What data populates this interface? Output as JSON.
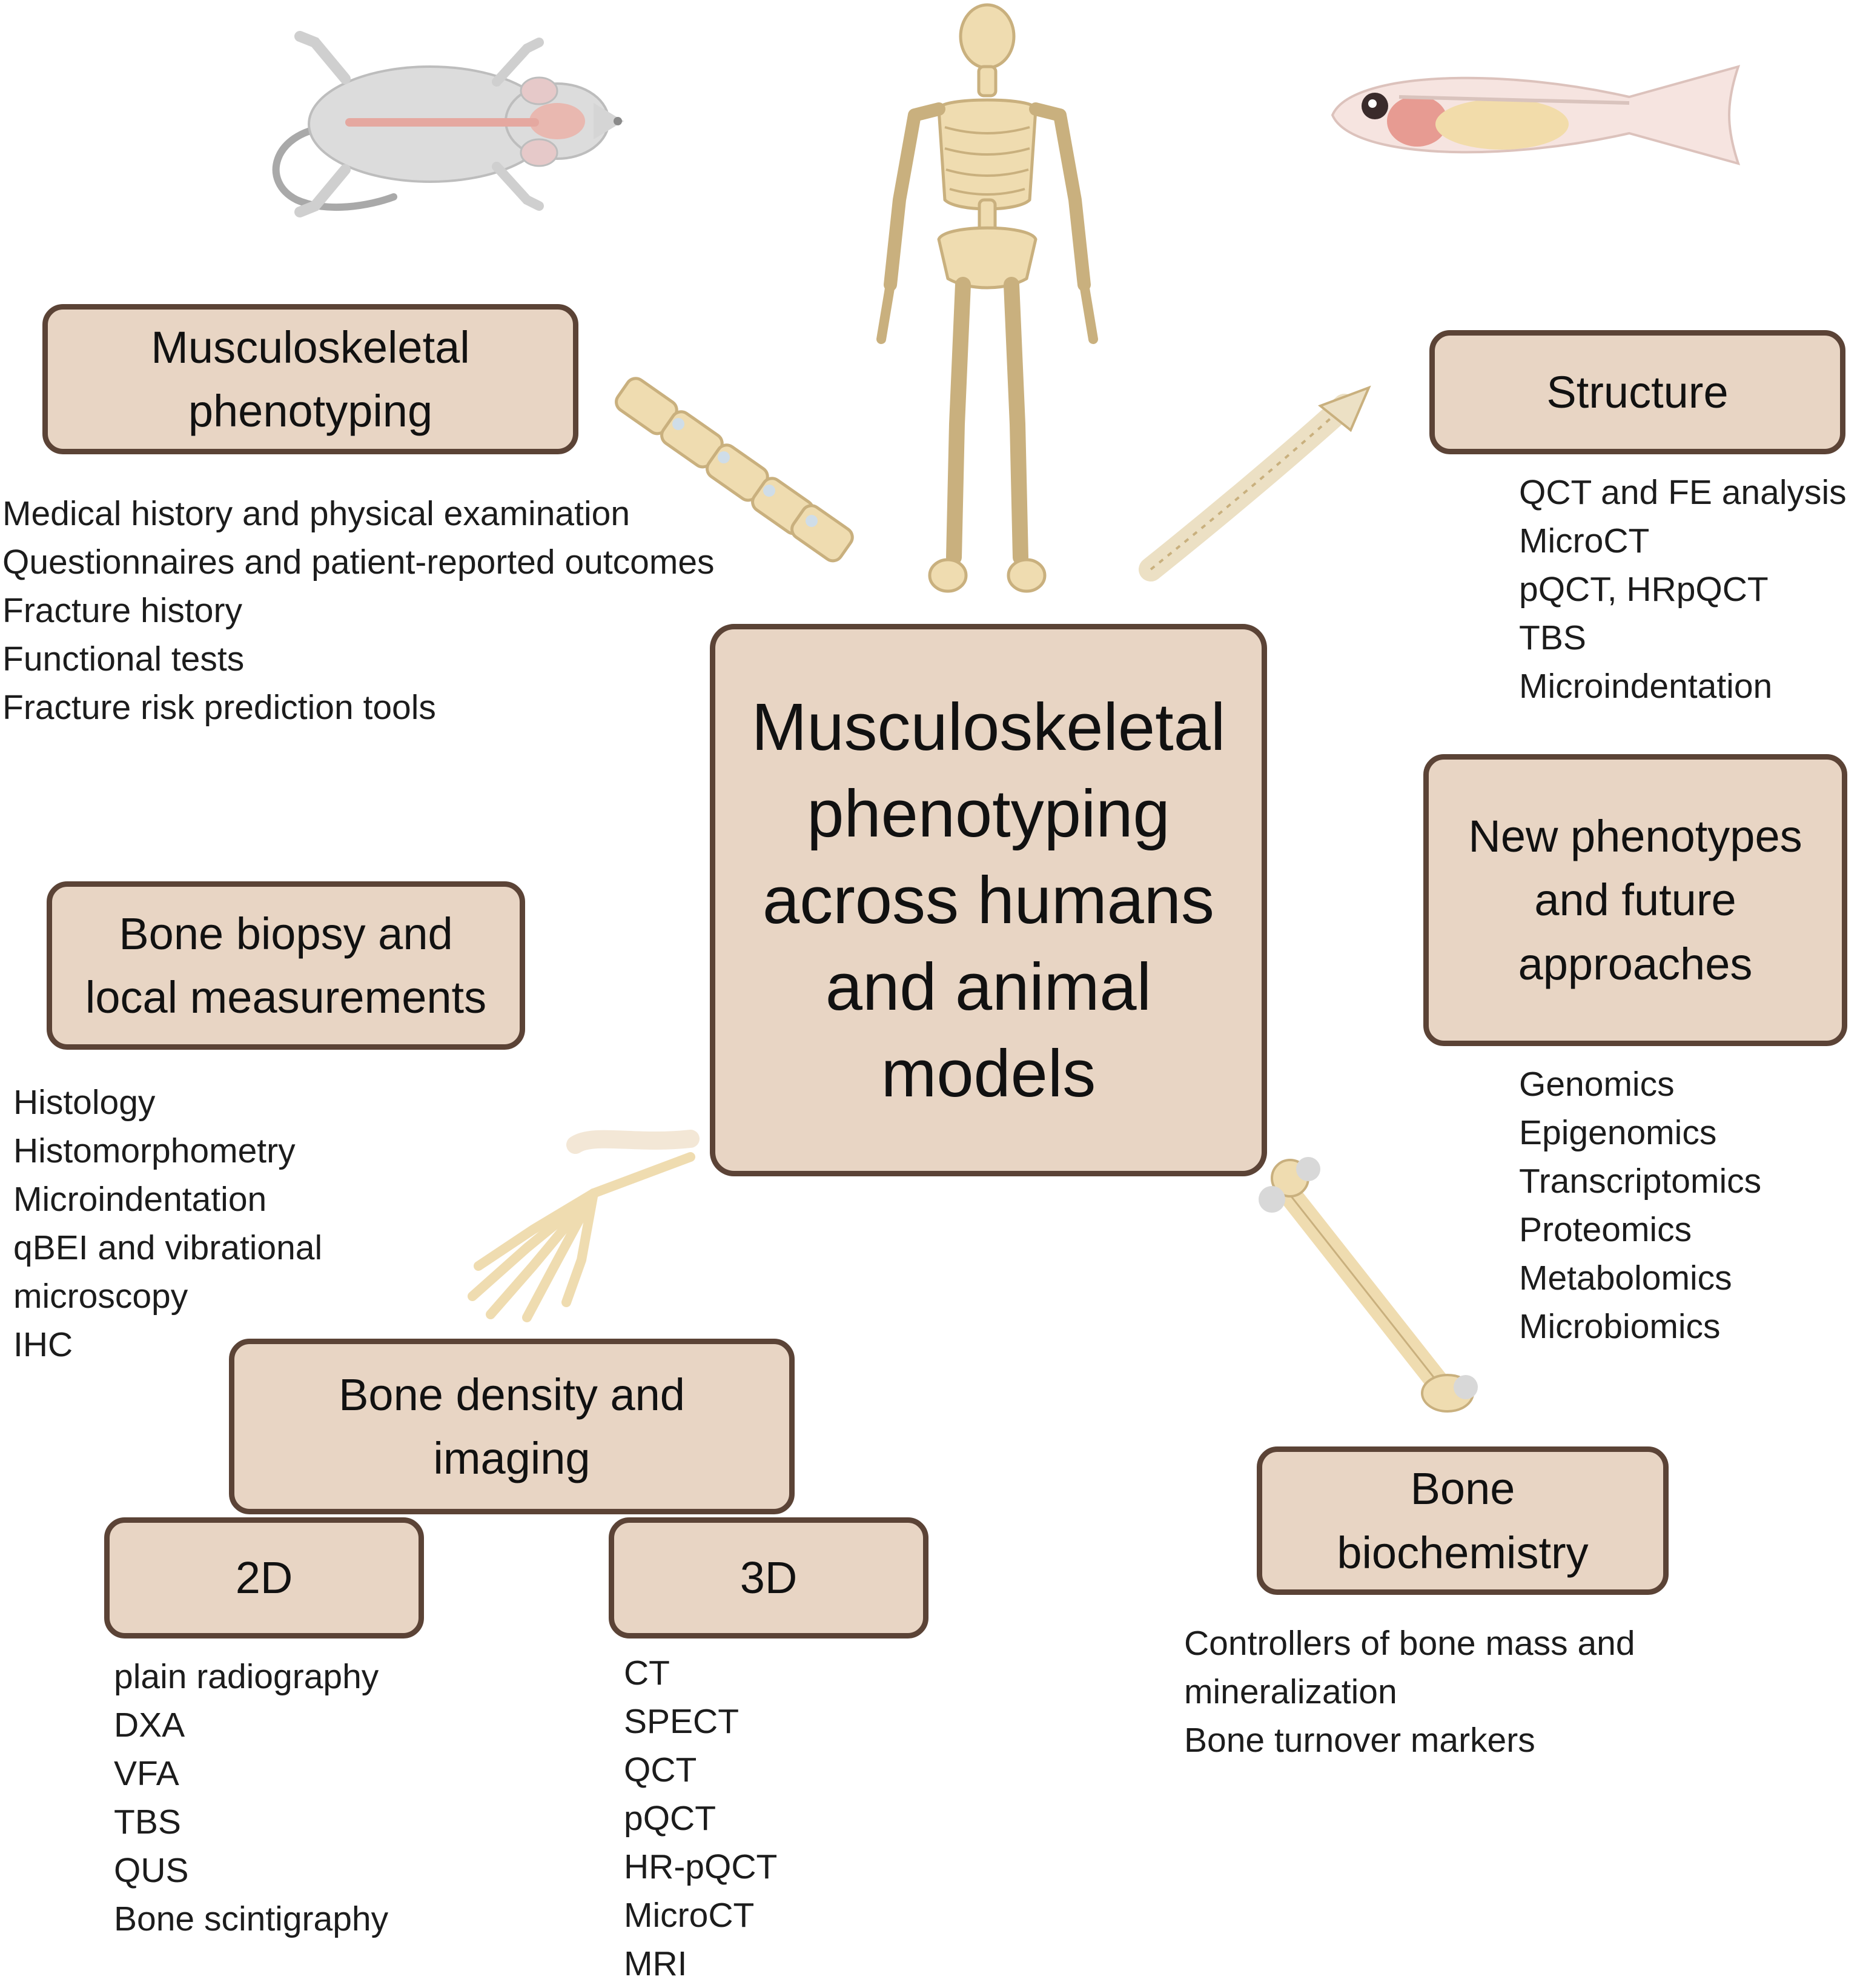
{
  "center": {
    "lines": [
      "Musculoskeletal",
      "phenotyping",
      "across humans",
      "and animal",
      "models"
    ]
  },
  "musculoskeletal_phenotyping": {
    "title_lines": [
      "Musculoskeletal",
      "phenotyping"
    ],
    "items": [
      "Medical history and physical examination",
      "Questionnaires and patient-reported outcomes",
      "Fracture history",
      "Functional tests",
      "Fracture risk prediction tools"
    ]
  },
  "structure": {
    "title_lines": [
      "Structure"
    ],
    "items": [
      "QCT and FE analysis",
      "MicroCT",
      "pQCT, HRpQCT",
      "TBS",
      "Microindentation"
    ]
  },
  "new_phenotypes": {
    "title_lines": [
      "New phenotypes",
      "and future",
      "approaches"
    ],
    "items": [
      "Genomics",
      "Epigenomics",
      "Transcriptomics",
      "Proteomics",
      "Metabolomics",
      "Microbiomics"
    ]
  },
  "bone_biopsy": {
    "title_lines": [
      "Bone biopsy and",
      "local measurements"
    ],
    "items": [
      "Histology",
      "Histomorphometry",
      "Microindentation",
      "qBEI and vibrational",
      "microscopy",
      "IHC"
    ]
  },
  "bone_density": {
    "title_lines": [
      "Bone density and",
      "imaging"
    ],
    "two_d": {
      "title": "2D",
      "items": [
        "plain radiography",
        "DXA",
        "VFA",
        "TBS",
        "QUS",
        "Bone scintigraphy"
      ]
    },
    "three_d": {
      "title": "3D",
      "items": [
        "CT",
        "SPECT",
        "QCT",
        "pQCT",
        "HR-pQCT",
        "MicroCT",
        "MRI"
      ]
    }
  },
  "bone_biochemistry": {
    "title_lines": [
      "Bone",
      "biochemistry"
    ],
    "items": [
      "Controllers of bone mass and",
      "mineralization",
      "Bone turnover markers"
    ]
  },
  "illustrations": [
    "mouse-icon",
    "skeleton-icon",
    "zebrafish-icon",
    "spine-segment-icon",
    "vertebral-column-icon",
    "hand-bones-icon",
    "femur-icon"
  ],
  "colors": {
    "box_fill": "#e8d5c4",
    "box_border": "#5b4336",
    "bone": "#efdcb0",
    "bone_outline": "#c9b07e"
  }
}
